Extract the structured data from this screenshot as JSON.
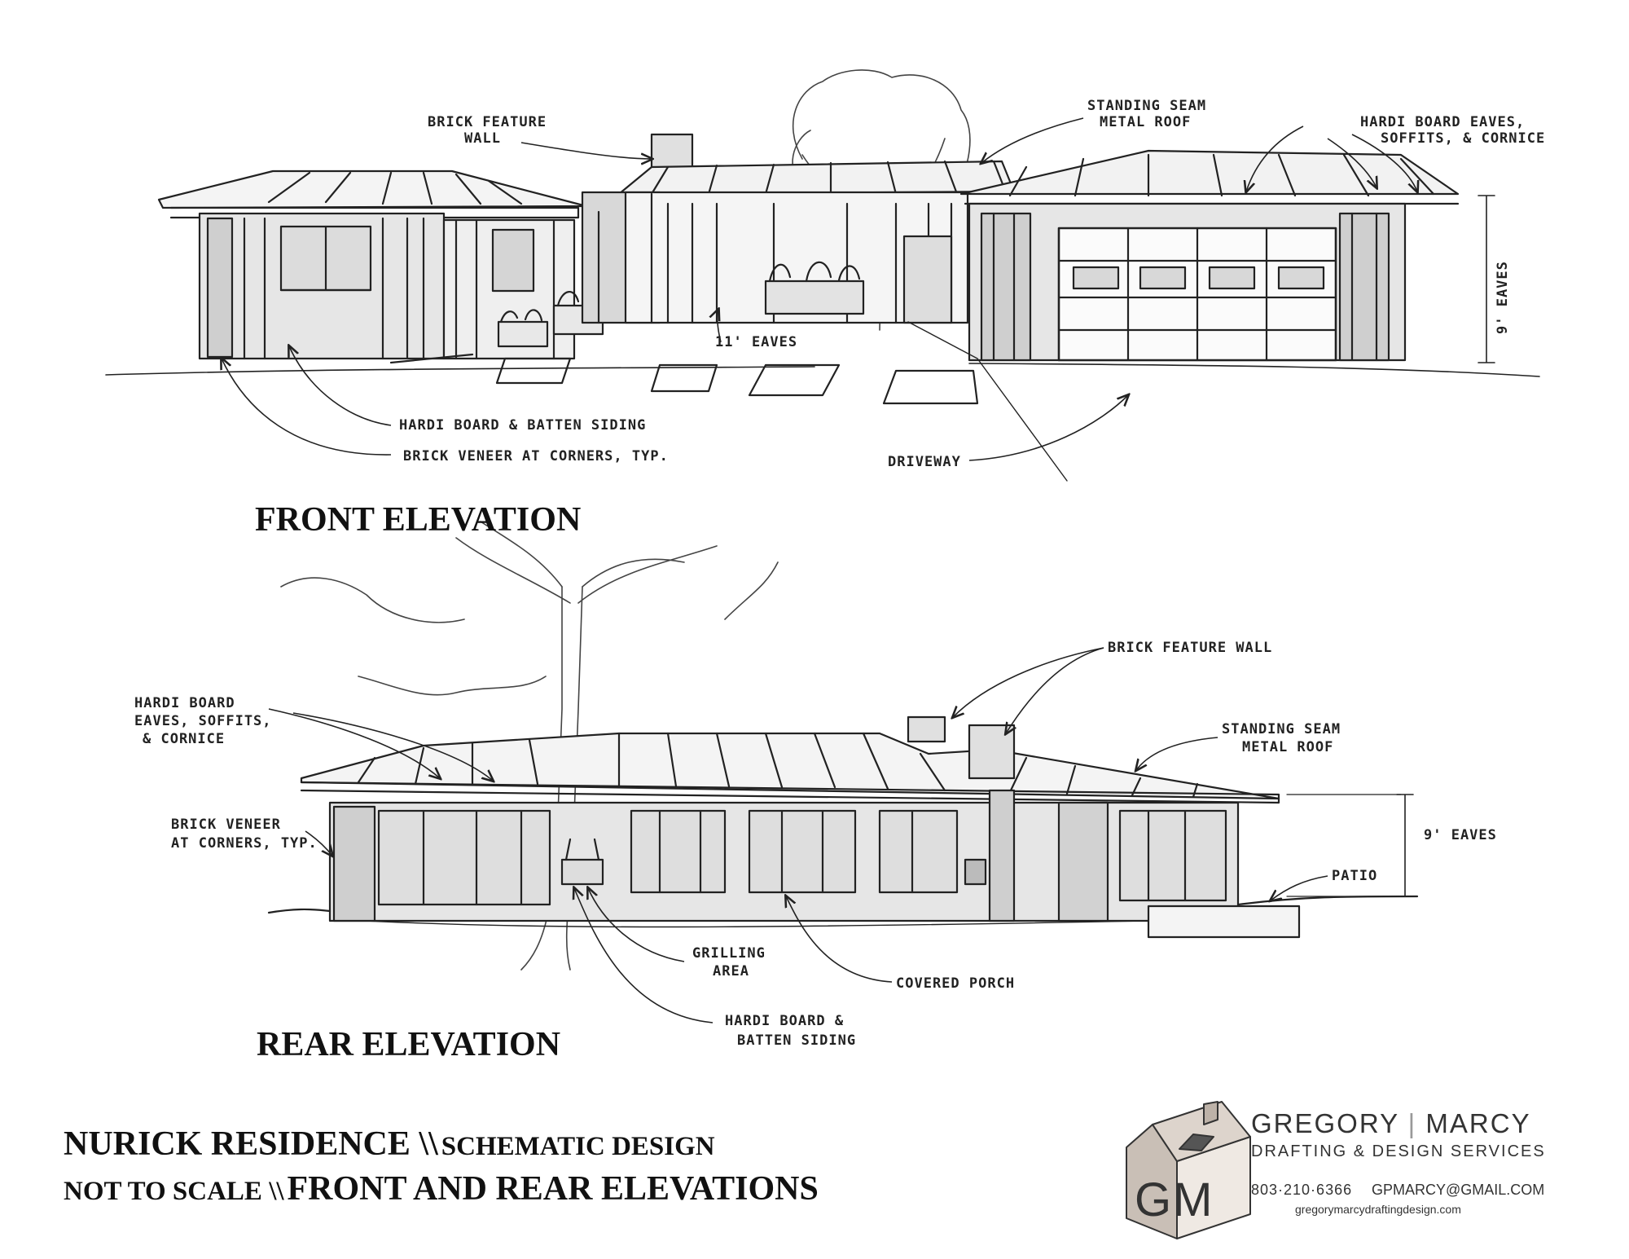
{
  "front": {
    "label": "FRONT ELEVATION",
    "notes": {
      "brick_wall_1": "BRICK FEATURE",
      "brick_wall_2": "WALL",
      "roof_1": "STANDING SEAM",
      "roof_2": "METAL ROOF",
      "eaves_1": "HARDI BOARD EAVES,",
      "eaves_2": "SOFFITS, & CORNICE",
      "dim_9": "9' EAVES",
      "dim_11": "11' EAVES",
      "siding": "HARDI BOARD & BATTEN SIDING",
      "veneer": "BRICK VENEER AT CORNERS, TYP.",
      "driveway": "DRIVEWAY"
    }
  },
  "rear": {
    "label": "REAR ELEVATION",
    "notes": {
      "eaves_1": "HARDI BOARD",
      "eaves_2": "EAVES, SOFFITS,",
      "eaves_3": "& CORNICE",
      "brick_wall": "BRICK FEATURE WALL",
      "roof_1": "STANDING SEAM",
      "roof_2": "METAL ROOF",
      "veneer_1": "BRICK VENEER",
      "veneer_2": "AT CORNERS, TYP.",
      "dim_9": "9' EAVES",
      "patio": "PATIO",
      "grill_1": "GRILLING",
      "grill_2": "AREA",
      "porch": "COVERED PORCH",
      "siding_1": "HARDI BOARD &",
      "siding_2": "BATTEN SIDING"
    }
  },
  "title_block": {
    "project": "NURICK RESIDENCE \\\\",
    "phase": "SCHEMATIC DESIGN",
    "scale": "NOT TO SCALE \\\\",
    "sheet": "FRONT AND REAR ELEVATIONS"
  },
  "logo": {
    "monogram": "GM",
    "name_left": "GREGORY",
    "name_right": "MARCY",
    "tagline": "DRAFTING & DESIGN SERVICES",
    "phone": "803·210·6366",
    "email": "GPMARCY@GMAIL.COM",
    "website": "gregorymarcydraftingdesign.com"
  }
}
